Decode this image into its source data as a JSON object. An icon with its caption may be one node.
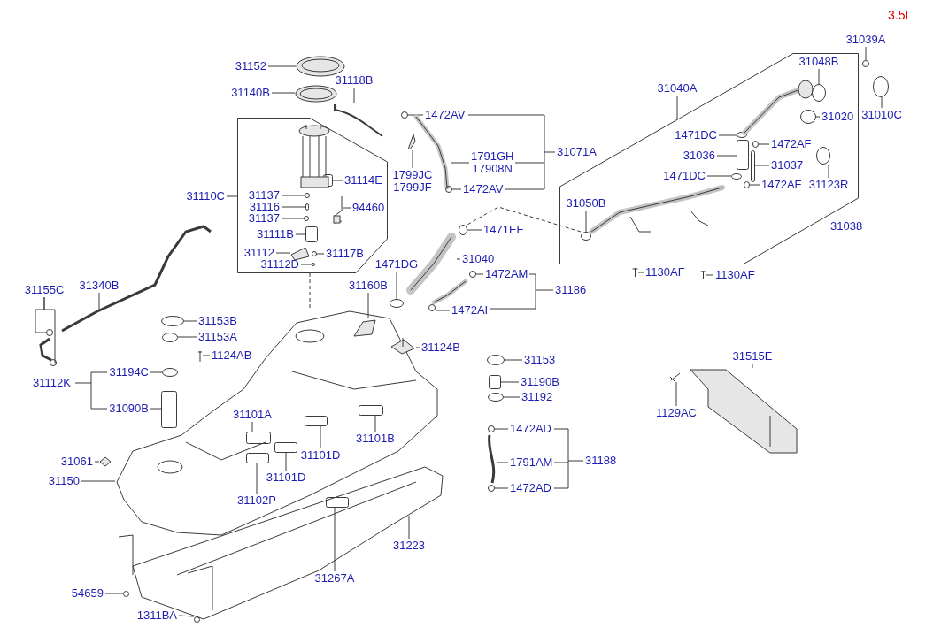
{
  "diagram": {
    "nodes": [
      {
        "text": [
          "31152"
        ]
      },
      {
        "text": [
          "31140B"
        ]
      },
      {
        "text": [
          "31118B"
        ]
      },
      {
        "text": [
          "1472AV"
        ]
      },
      {
        "text": [
          "31110C"
        ]
      },
      {
        "text": [
          "31137"
        ],
        "in": 69
      },
      {
        "text": [
          "31116"
        ],
        "in": 69
      },
      {
        "text": [
          "31137"
        ],
        "in": 69
      },
      {
        "text": [
          "31111B"
        ],
        "in": 69
      },
      {
        "text": [
          "31112"
        ],
        "in": 69
      },
      {
        "text": [
          "31112D"
        ],
        "in": 69
      },
      {
        "text": [
          "31117B"
        ],
        "in": 69
      },
      {
        "text": [
          "31114E"
        ],
        "in": 69
      },
      {
        "text": [
          "94460"
        ],
        "in": 69
      },
      {
        "text": [
          "1799JC",
          "1799JF"
        ]
      },
      {
        "text": [
          "1791GH",
          "17908N"
        ]
      },
      {
        "text": [
          "1472AV"
        ]
      },
      {
        "text": [
          "31040A"
        ],
        "in": 83
      },
      {
        "text": [
          "31039A"
        ]
      },
      {
        "text": [
          "31048B"
        ],
        "in": 83
      },
      {
        "text": [
          "31020"
        ],
        "in": 83
      },
      {
        "text": [
          "31010C"
        ]
      },
      {
        "text": [
          "1471DC"
        ],
        "in": 83
      },
      {
        "text": [
          "1472AF"
        ],
        "in": 83
      },
      {
        "text": [
          "31036"
        ],
        "in": 83
      },
      {
        "text": [
          "31037"
        ],
        "in": 83
      },
      {
        "text": [
          "1471DC"
        ],
        "in": 83
      },
      {
        "text": [
          "1472AF"
        ],
        "in": 83
      },
      {
        "text": [
          "31123R"
        ],
        "in": 83
      },
      {
        "text": [
          "31050B"
        ],
        "in": 83
      },
      {
        "text": [
          "1130AF"
        ]
      },
      {
        "text": [
          "1130AF"
        ]
      },
      {
        "text": [
          "1471EF"
        ]
      },
      {
        "text": [
          "31040"
        ]
      },
      {
        "text": [
          "1471DG"
        ]
      },
      {
        "text": [
          "31160B"
        ]
      },
      {
        "text": [
          "1472AM"
        ]
      },
      {
        "text": [
          "1472AI"
        ]
      },
      {
        "text": [
          "31155C"
        ]
      },
      {
        "text": [
          "31340B"
        ],
        "in": 130
      },
      {
        "text": [
          "31153B"
        ],
        "in": 104
      },
      {
        "text": [
          "31153A"
        ],
        "in": 104
      },
      {
        "text": [
          "1124AB"
        ],
        "in": 104
      },
      {
        "text": [
          "31194C"
        ]
      },
      {
        "text": [
          "31090B"
        ]
      },
      {
        "text": [
          "31124B"
        ]
      },
      {
        "text": [
          "31153"
        ]
      },
      {
        "text": [
          "31190B"
        ]
      },
      {
        "text": [
          "31192"
        ]
      },
      {
        "text": [
          "1472AD"
        ]
      },
      {
        "text": [
          "1791AM"
        ]
      },
      {
        "text": [
          "1472AD"
        ]
      },
      {
        "text": [
          "31515E"
        ]
      },
      {
        "text": [
          "1129AC"
        ]
      },
      {
        "text": [
          "31101A"
        ],
        "in": 104
      },
      {
        "text": [
          "31101B"
        ],
        "in": 104
      },
      {
        "text": [
          "31101D"
        ],
        "in": 104
      },
      {
        "text": [
          "31101D"
        ]
      },
      {
        "text": [
          "31102P"
        ]
      },
      {
        "text": [
          "31061"
        ]
      },
      {
        "text": [
          "31150"
        ]
      },
      {
        "text": [
          "31223"
        ],
        "in": 118
      },
      {
        "text": [
          "31267A"
        ],
        "in": 118
      },
      {
        "text": [
          "54659"
        ]
      },
      {
        "text": [
          "1311BA"
        ],
        "in": 118
      },
      {
        "text": [],
        "shape": "picture"
      },
      {
        "text": [],
        "shape": "picture"
      },
      {
        "text": [],
        "shape": "picture"
      },
      {
        "text": [],
        "shape": "circle"
      },
      {
        "text": [],
        "shape": "outline"
      },
      {
        "text": [],
        "shape": "circle",
        "in": 69
      },
      {
        "text": [],
        "shape": "box",
        "in": 69
      },
      {
        "text": [],
        "shape": "circle",
        "in": 69
      },
      {
        "text": [],
        "shape": "box",
        "in": 69
      },
      {
        "text": [],
        "shape": "picture",
        "in": 69
      },
      {
        "text": [],
        "shape": "circle",
        "in": 69
      },
      {
        "text": [],
        "shape": "circle",
        "in": 69
      },
      {
        "text": [],
        "shape": "box",
        "in": 69
      },
      {
        "text": [],
        "shape": "picture",
        "in": 69
      },
      {
        "text": [],
        "shape": "picture",
        "in": 69
      },
      {
        "text": [],
        "shape": "picture"
      },
      {
        "text": [],
        "shape": "picture"
      },
      {
        "text": [],
        "shape": "circle"
      },
      {
        "text": [],
        "shape": "outline"
      },
      {
        "text": [],
        "shape": "circle"
      },
      {
        "text": [],
        "shape": "circle",
        "in": 83
      },
      {
        "text": [],
        "shape": "circle",
        "in": 83
      },
      {
        "text": [],
        "shape": "circle"
      },
      {
        "text": [],
        "shape": "circle",
        "in": 83
      },
      {
        "text": [],
        "shape": "circle",
        "in": 83
      },
      {
        "text": [],
        "shape": "box",
        "in": 83
      },
      {
        "text": [],
        "shape": "box",
        "in": 83
      },
      {
        "text": [],
        "shape": "circle",
        "in": 83
      },
      {
        "text": [],
        "shape": "circle",
        "in": 83
      },
      {
        "text": [],
        "shape": "circle",
        "in": 83
      },
      {
        "text": [],
        "shape": "circle",
        "in": 83
      },
      {
        "text": [],
        "shape": "picture"
      },
      {
        "text": [],
        "shape": "picture"
      },
      {
        "text": [],
        "shape": "circle"
      },
      {
        "text": [],
        "shape": "picture"
      },
      {
        "text": [],
        "shape": "circle"
      },
      {
        "text": [],
        "shape": "picture"
      },
      {
        "text": [],
        "shape": "circle"
      },
      {
        "text": [],
        "shape": "circle"
      },
      {
        "text": [],
        "shape": "picture"
      },
      {
        "text": [],
        "shape": "picture",
        "in": 104
      },
      {
        "text": [],
        "shape": "picture",
        "in": 104
      },
      {
        "text": [],
        "shape": "circle",
        "in": 130
      },
      {
        "text": [],
        "shape": "circle",
        "in": 104
      },
      {
        "text": [],
        "shape": "circle",
        "in": 104
      },
      {
        "text": [],
        "shape": "box",
        "in": 104
      },
      {
        "text": [],
        "shape": "picture",
        "in": 104
      },
      {
        "text": [],
        "shape": "box",
        "in": 104
      },
      {
        "text": [],
        "shape": "box",
        "in": 104
      },
      {
        "text": [],
        "shape": "box",
        "in": 104
      },
      {
        "text": [],
        "shape": "box",
        "in": 104
      },
      {
        "text": [],
        "shape": "box",
        "in": 104
      },
      {
        "text": [],
        "shape": "picture"
      },
      {
        "text": [],
        "shape": "picture"
      },
      {
        "text": [],
        "shape": "box",
        "in": 118
      },
      {
        "text": [],
        "shape": "circle",
        "in": 118
      },
      {
        "text": [],
        "shape": "circle",
        "in": 118
      },
      {
        "text": [],
        "shape": "picture"
      },
      {
        "text": [],
        "shape": "picture"
      },
      {
        "text": [],
        "shape": "circle"
      },
      {
        "text": [],
        "shape": "box"
      },
      {
        "text": [],
        "shape": "circle"
      },
      {
        "text": [],
        "shape": "circle"
      },
      {
        "text": [],
        "shape": "picture"
      },
      {
        "text": [],
        "shape": "circle"
      },
      {
        "text": [],
        "shape": "picture"
      },
      {
        "text": [],
        "shape": "circle"
      },
      {
        "text": [],
        "shape": "circle"
      },
      {
        "text": [],
        "shape": "picture"
      },
      {
        "text": [],
        "shape": "picture",
        "in": 83
      },
      {
        "text": [],
        "shape": "picture",
        "in": 83
      }
    ],
    "edges": [
      {
        "from": 0,
        "to": 65,
        "arrow": "none"
      },
      {
        "from": 1,
        "to": 66,
        "arrow": "none"
      },
      {
        "from": 2,
        "to": 67,
        "arrow": "none"
      },
      {
        "from": 3,
        "to": 68,
        "arrow": "none"
      },
      {
        "from": 4,
        "to": 69,
        "arrow": "none"
      },
      {
        "from": 5,
        "to": 70,
        "arrow": "none"
      },
      {
        "from": 6,
        "to": 71,
        "arrow": "none"
      },
      {
        "from": 7,
        "to": 72,
        "arrow": "none"
      },
      {
        "from": 8,
        "to": 73,
        "arrow": "none"
      },
      {
        "from": 9,
        "to": 74,
        "arrow": "none"
      },
      {
        "from": 10,
        "to": 75,
        "arrow": "none"
      },
      {
        "from": 11,
        "to": 76,
        "arrow": "none"
      },
      {
        "from": 12,
        "to": 77,
        "arrow": "none"
      },
      {
        "from": 13,
        "to": 78,
        "arrow": "none"
      },
      {
        "from": 14,
        "to": 80,
        "arrow": "none"
      },
      {
        "from": 15,
        "to": 81,
        "arrow": "none"
      },
      {
        "from": 16,
        "to": 82,
        "arrow": "none"
      },
      {
        "from": 17,
        "to": 83,
        "arrow": "none"
      },
      {
        "from": 18,
        "to": 84,
        "arrow": "none"
      },
      {
        "from": 19,
        "to": 85,
        "arrow": "none"
      },
      {
        "from": 20,
        "to": 86,
        "arrow": "none"
      },
      {
        "from": 21,
        "to": 87,
        "arrow": "none"
      },
      {
        "from": 22,
        "to": 88,
        "arrow": "none"
      },
      {
        "from": 23,
        "to": 89,
        "arrow": "none"
      },
      {
        "from": 24,
        "to": 90,
        "arrow": "none"
      },
      {
        "from": 25,
        "to": 91,
        "arrow": "none"
      },
      {
        "from": 26,
        "to": 92,
        "arrow": "none"
      },
      {
        "from": 27,
        "to": 93,
        "arrow": "none"
      },
      {
        "from": 28,
        "to": 94,
        "arrow": "none"
      },
      {
        "from": 29,
        "to": 95,
        "arrow": "none"
      },
      {
        "from": 30,
        "to": 96,
        "arrow": "none"
      },
      {
        "from": 31,
        "to": 97,
        "arrow": "none"
      },
      {
        "from": 32,
        "to": 98,
        "arrow": "none"
      },
      {
        "from": 33,
        "to": 99,
        "arrow": "none"
      },
      {
        "from": 34,
        "to": 100,
        "arrow": "none"
      },
      {
        "from": 35,
        "to": 105,
        "arrow": "none"
      },
      {
        "from": 36,
        "to": 102,
        "arrow": "none"
      },
      {
        "from": 37,
        "to": 103,
        "arrow": "none"
      },
      {
        "from": 38,
        "to": 131,
        "arrow": "none"
      },
      {
        "from": 39,
        "to": 130,
        "arrow": "none"
      },
      {
        "from": 40,
        "to": 107,
        "arrow": "none"
      },
      {
        "from": 41,
        "to": 108,
        "arrow": "none"
      },
      {
        "from": 42,
        "to": 111,
        "arrow": "none"
      },
      {
        "from": 43,
        "to": 109,
        "arrow": "none"
      },
      {
        "from": 44,
        "to": 110,
        "arrow": "none"
      },
      {
        "from": 45,
        "to": 106,
        "arrow": "none"
      },
      {
        "from": 46,
        "to": 124,
        "arrow": "none"
      },
      {
        "from": 47,
        "to": 125,
        "arrow": "none"
      },
      {
        "from": 48,
        "to": 126,
        "arrow": "none"
      },
      {
        "from": 49,
        "to": 127,
        "arrow": "none"
      },
      {
        "from": 50,
        "to": 128,
        "arrow": "none"
      },
      {
        "from": 51,
        "to": 129,
        "arrow": "none"
      },
      {
        "from": 52,
        "to": 122,
        "arrow": "none"
      },
      {
        "from": 53,
        "to": 123,
        "arrow": "none"
      },
      {
        "from": 54,
        "to": 112,
        "arrow": "none"
      },
      {
        "from": 55,
        "to": 113,
        "arrow": "none"
      },
      {
        "from": 56,
        "to": 114,
        "arrow": "none"
      },
      {
        "from": 57,
        "to": 115,
        "arrow": "none"
      },
      {
        "from": 58,
        "to": 116,
        "arrow": "none"
      },
      {
        "from": 59,
        "to": 117,
        "arrow": "none"
      },
      {
        "from": 60,
        "to": 104,
        "arrow": "none"
      },
      {
        "from": 61,
        "to": 118,
        "arrow": "none"
      },
      {
        "from": 62,
        "to": 119,
        "arrow": "none"
      },
      {
        "from": 63,
        "to": 120,
        "arrow": "none"
      },
      {
        "from": 64,
        "to": 121,
        "arrow": "none"
      },
      {
        "from": 38,
        "to": 132,
        "arrow": "none"
      },
      {
        "from": 69,
        "to": 104,
        "arrow": "none",
        "style": "dashed"
      },
      {
        "from": 95,
        "to": 98,
        "arrow": "none",
        "style": "dashed"
      }
    ],
    "labels": [
      "3.5L",
      "31071A",
      "31038",
      "31186",
      "31112K",
      "31188"
    ]
  }
}
